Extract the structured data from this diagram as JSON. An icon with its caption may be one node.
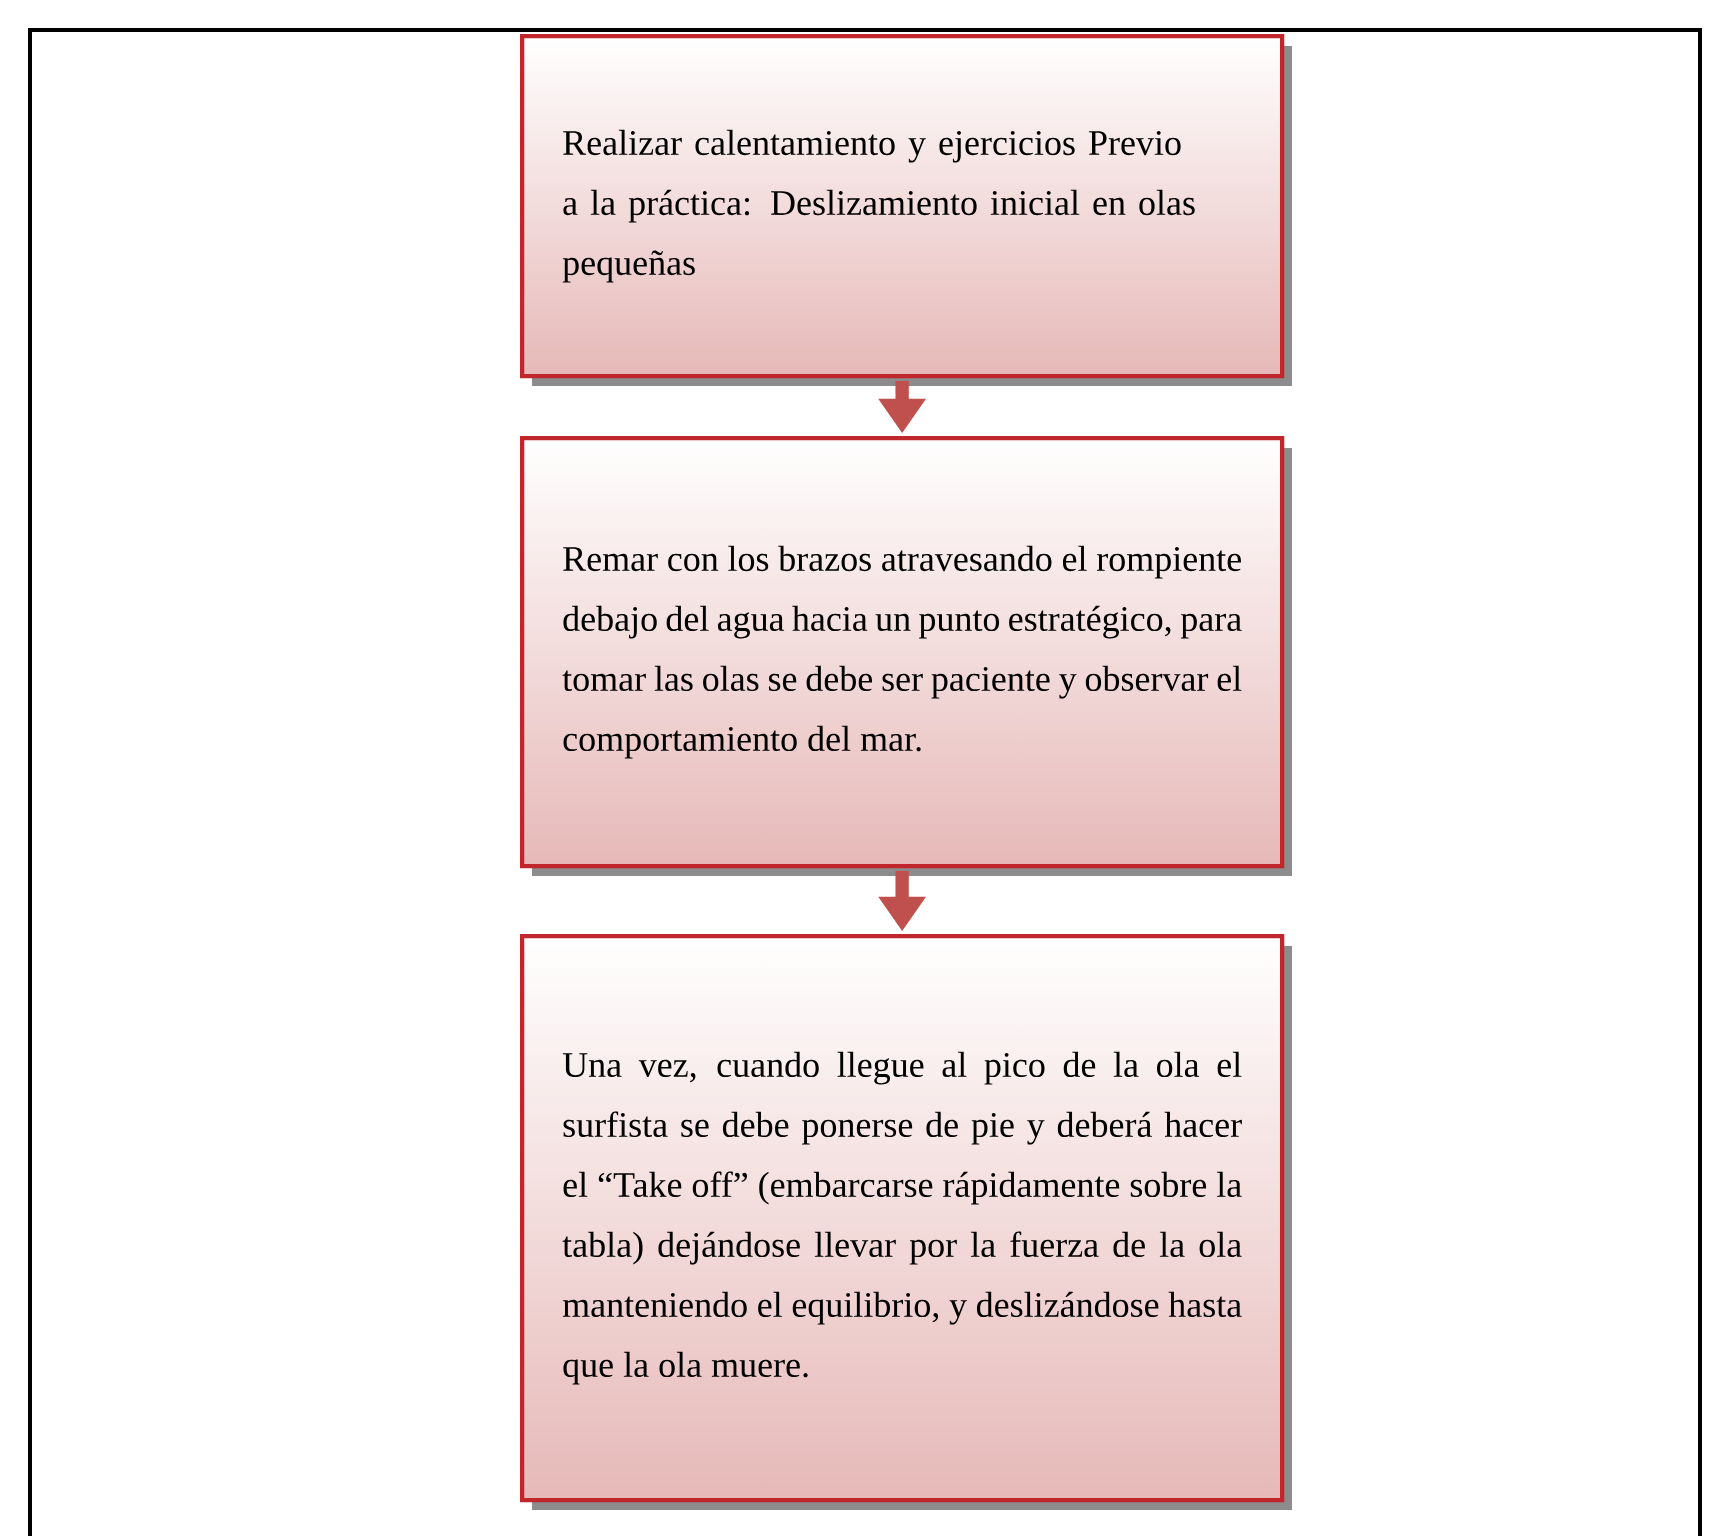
{
  "diagram": {
    "nodes": [
      {
        "text": [
          "Realizar calentamiento y ejercicios Previo a la práctica: Deslizamiento inicial en olas pequeñas"
        ]
      },
      {
        "text": [
          "Remar con los brazos atravesando el rompiente debajo del agua hacia un punto estratégico, para tomar las olas se debe ser paciente y observar el comportamiento del mar."
        ]
      },
      {
        "text": [
          "Una vez, cuando llegue al pico de la ola el surfista se debe ponerse de pie y deberá hacer el “Take off” (embarcarse rápidamente sobre la tabla) dejándose llevar por la fuerza de la ola manteniendo el equilibrio, y deslizándose hasta que la ola muere."
        ]
      }
    ],
    "edges": [
      {
        "from": 0,
        "to": 1,
        "arrow": "to"
      },
      {
        "from": 1,
        "to": 2,
        "arrow": "to"
      }
    ]
  }
}
